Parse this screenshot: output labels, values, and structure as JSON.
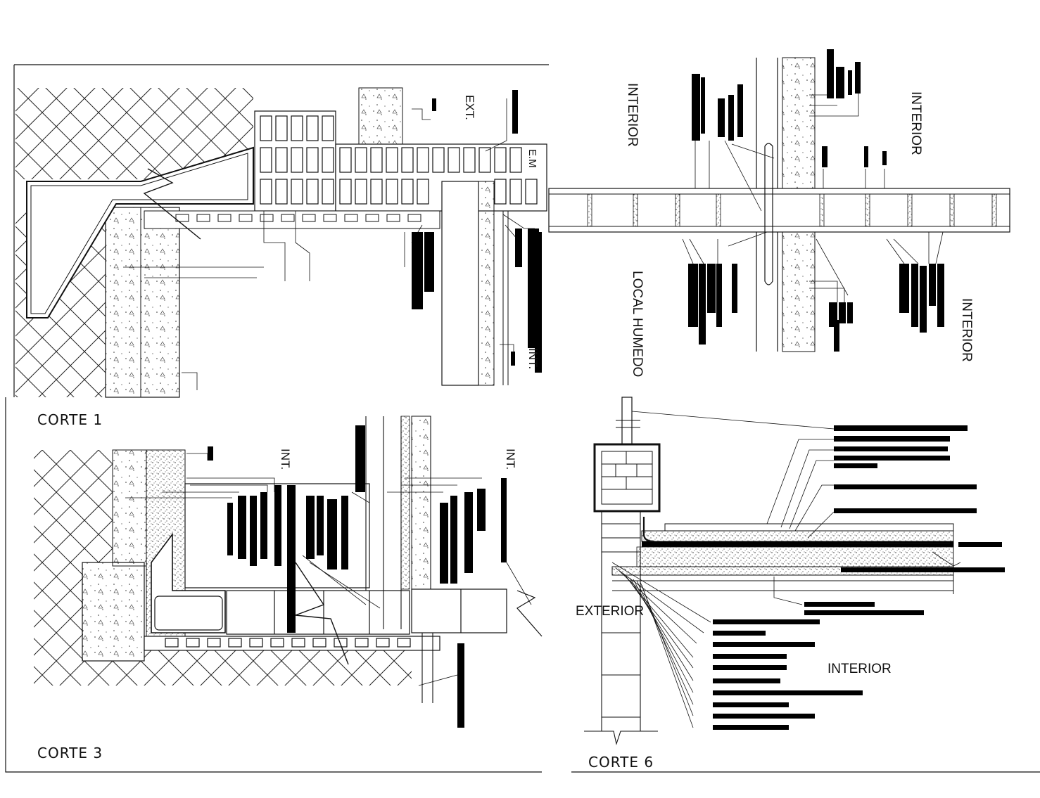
{
  "sections": {
    "corte1": {
      "title": "CORTE 1",
      "ext": "EXT.",
      "em": "E.M",
      "int": "INT."
    },
    "corte3": {
      "title": "CORTE 3",
      "int_left": "INT.",
      "int_right": "INT."
    },
    "corte6": {
      "title": "CORTE 6",
      "exterior": "EXTERIOR",
      "interior": "INTERIOR"
    },
    "plan": {
      "interior_left": "INTERIOR",
      "interior_right": "INTERIOR",
      "interior_lower": "INTERIOR",
      "local_humedo": "LOCAL HUMEDO"
    }
  },
  "colors": {
    "ink": "#111111",
    "paper": "#ffffff"
  }
}
